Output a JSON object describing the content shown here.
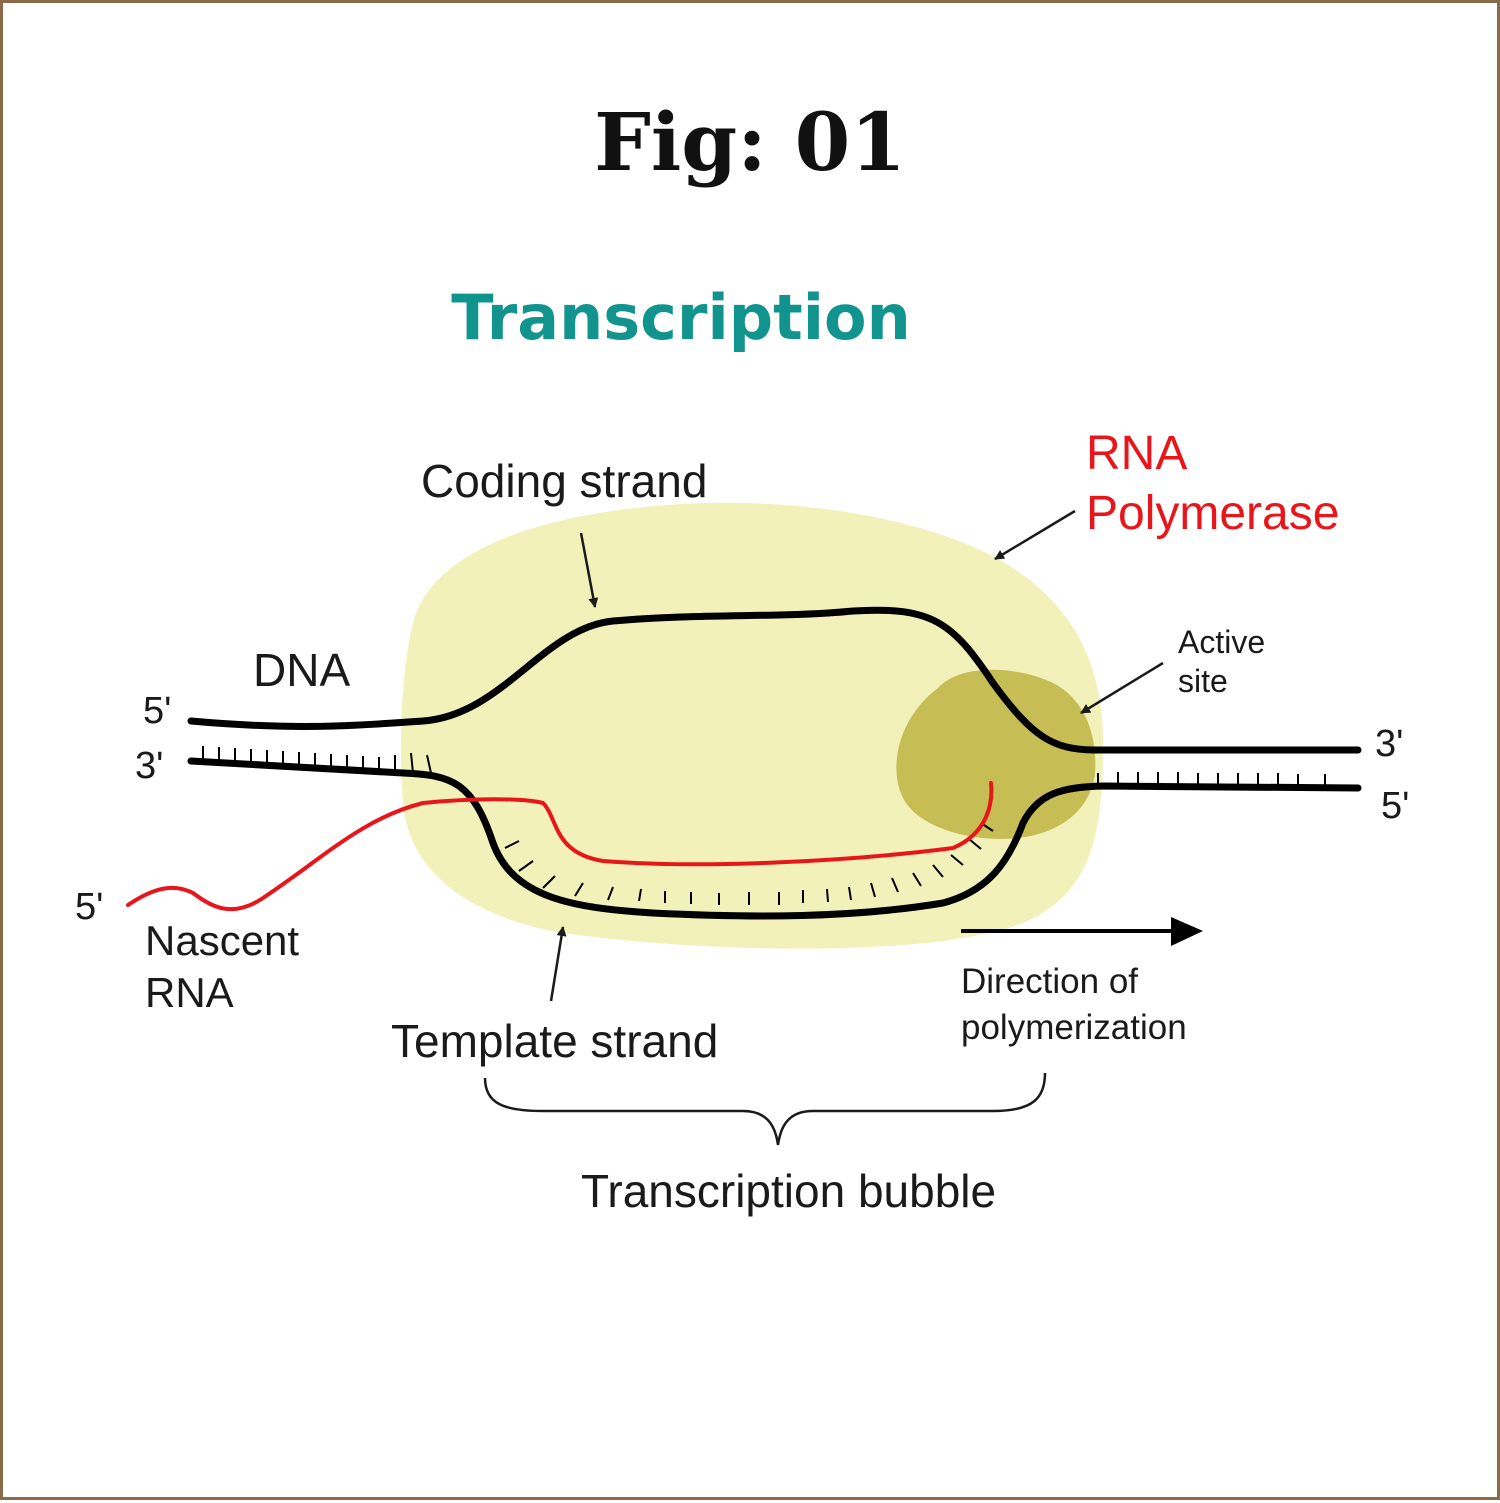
{
  "figure": {
    "title": "Fig: 01",
    "heading": "Transcription"
  },
  "labels": {
    "coding_strand": "Coding strand",
    "rna_polymerase_line1": "RNA",
    "rna_polymerase_line2": "Polymerase",
    "active_site_line1": "Active",
    "active_site_line2": "site",
    "dna": "DNA",
    "left_top_end": "5'",
    "left_bottom_end": "3'",
    "right_top_end": "3'",
    "right_bottom_end": "5'",
    "rna_end": "5'",
    "nascent_line1": "Nascent",
    "nascent_line2": "RNA",
    "template_strand": "Template strand",
    "direction_line1": "Direction of",
    "direction_line2": "polymerization",
    "bubble": "Transcription bubble"
  },
  "colors": {
    "polymerase_body": "#f2f0b4",
    "active_site": "#bdb543",
    "dna_strand": "#2b2a14",
    "rna": "#e8161b",
    "heading": "#12948e",
    "frame_border": "#8b6a47"
  }
}
